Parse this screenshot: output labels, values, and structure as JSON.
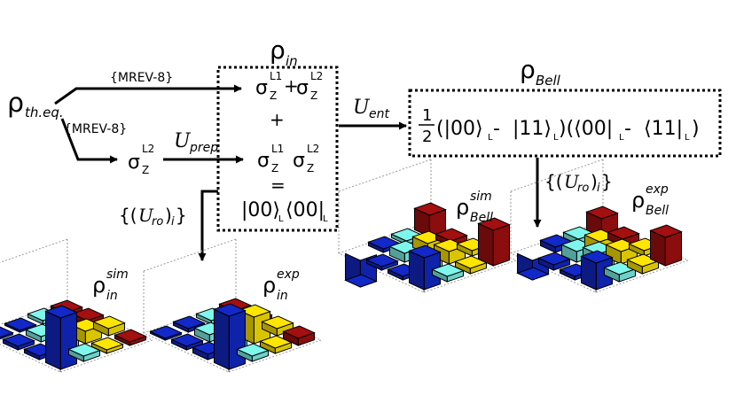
{
  "labels": {
    "rho": "ρ",
    "rho_th_sub": "th.eq.",
    "rho_in_sub": "in",
    "rho_bell_sub": "Bell",
    "mrev_top": "{MREV-8}",
    "mrev_bottom": "{MREV-8}",
    "sigma": "σ",
    "Z": "Z",
    "L1": "L1",
    "L2": "L2",
    "plus": "+",
    "eq": "=",
    "U": "U",
    "prep": "prep",
    "ent": "ent",
    "ro": "ro",
    "ro_open": "{(",
    "ro_close": ")",
    "ro_i": "i",
    "ro_brace": "}",
    "sim": "sim",
    "exp": "exp",
    "ket00": "|00⟩",
    "bra00": "⟨00|",
    "sub_L": "L",
    "half_num": "1",
    "half_den": "2",
    "bell_p1": "(|00⟩",
    "bell_minus1": " - ",
    "bell_ket11": "|11⟩",
    "bell_p2": ")(⟨00|",
    "bell_minus2": " - ",
    "bell_bra11": "⟨11|",
    "bell_p3": ")"
  },
  "colors": {
    "blue": "#1228c8",
    "cyan": "#7ff6ec",
    "yellow": "#ffe600",
    "red": "#a40f0f",
    "ink": "#000000",
    "grid": "#9a9a9a"
  }
}
